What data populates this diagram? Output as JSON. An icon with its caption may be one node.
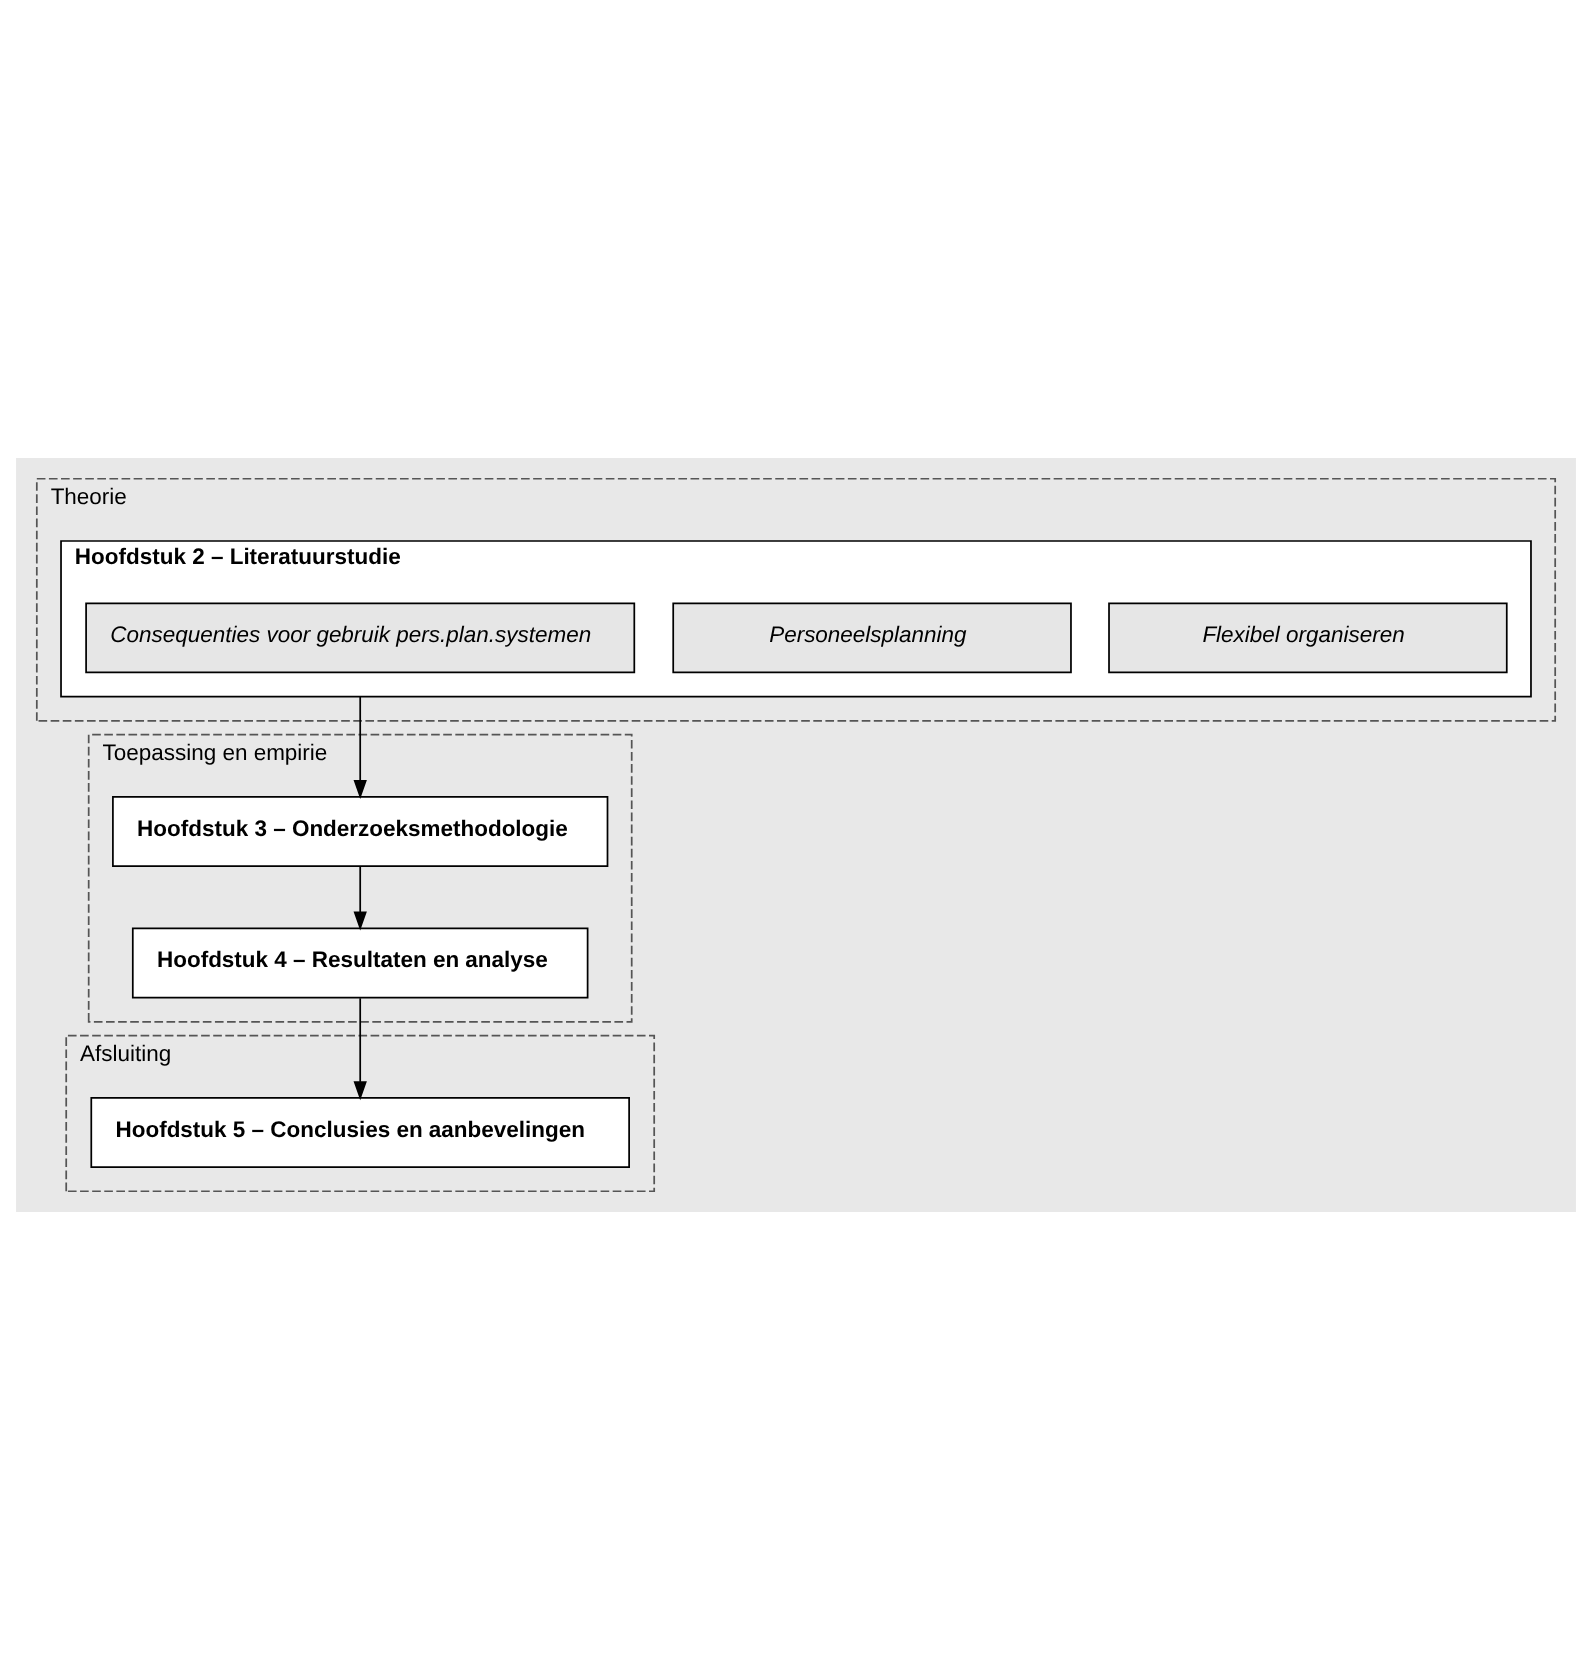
{
  "diagram": {
    "nodes": [
      {
        "text": [
          "Theorie"
        ]
      },
      {
        "text": [
          "Hoofdstuk 2 – Literatuurstudie"
        ],
        "in": 0
      },
      {
        "text": [
          "Flexibel organiseren"
        ],
        "in": 1
      },
      {
        "text": [
          "Personeelsplanning"
        ],
        "in": 1
      },
      {
        "text": [
          "Consequenties voor gebruik pers.plan.systemen"
        ],
        "in": 1
      },
      {
        "text": [
          "Toepassing en empirie"
        ]
      },
      {
        "text": [
          "Hoofdstuk 3 – Onderzoeksmethodologie"
        ],
        "in": 5
      },
      {
        "text": [
          "Hoofdstuk 4 – Resultaten en analyse"
        ],
        "in": 5
      },
      {
        "text": [
          "Afsluiting"
        ]
      },
      {
        "text": [
          "Hoofdstuk 5 – Conclusies en aanbevelingen"
        ],
        "in": 8
      }
    ],
    "edges": [
      {
        "from": 1,
        "to": 6,
        "arrow": "to"
      },
      {
        "from": 6,
        "to": 7,
        "arrow": "to"
      },
      {
        "from": 7,
        "to": 9,
        "arrow": "to"
      }
    ]
  }
}
